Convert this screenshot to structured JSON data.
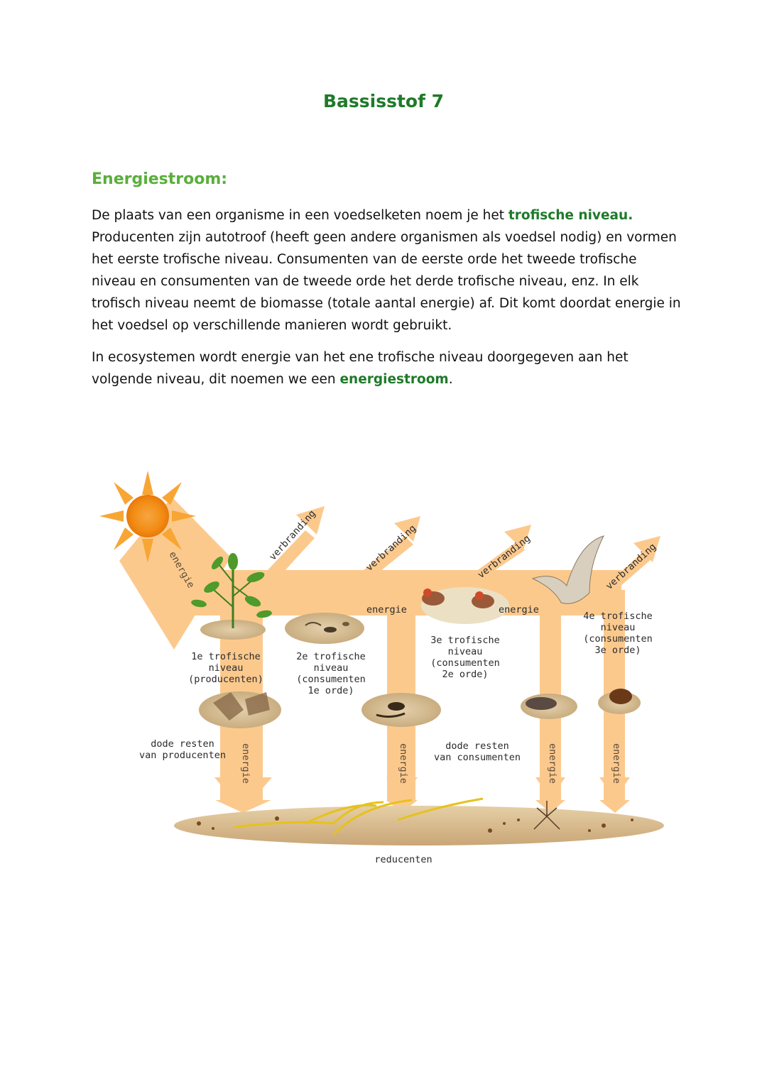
{
  "page": {
    "title": "Bassisstof 7",
    "section_heading": "Energiestroom:"
  },
  "paragraph1": {
    "part1": "De plaats van een organisme in een voedselketen noem je het ",
    "highlight": "trofische niveau.",
    "part2": " Producenten zijn autotroof (heeft geen andere organismen als voedsel nodig) en vormen het eerste trofische niveau. Consumenten van de eerste orde het tweede trofische niveau en consumenten van de tweede orde het derde trofische niveau, enz. In elk trofisch niveau neemt de biomasse (totale aantal energie) af. Dit komt doordat energie in het voedsel op verschillende manieren wordt gebruikt."
  },
  "paragraph2": {
    "part1": "In ecosystemen wordt energie van het ene trofische niveau doorgegeven aan het volgende niveau, dit noemen we een ",
    "highlight": "energiestroom",
    "part2": "."
  },
  "diagram": {
    "sun_label": "energie",
    "verbranding": [
      "verbranding",
      "verbranding",
      "verbranding",
      "verbranding"
    ],
    "flow_energie_1": "energie",
    "flow_energie_2": "energie",
    "levels": [
      [
        "1e trofische",
        "niveau",
        "(producenten)"
      ],
      [
        "2e trofische",
        "niveau",
        "(consumenten",
        "1e orde)"
      ],
      [
        "3e trofische",
        "niveau",
        "(consumenten",
        "2e orde)"
      ],
      [
        "4e trofische",
        "niveau",
        "(consumenten",
        "3e orde)"
      ]
    ],
    "dead_producers": [
      "dode resten",
      "van producenten"
    ],
    "dead_consumers": [
      "dode resten",
      "van consumenten"
    ],
    "down_energie": [
      "energie",
      "energie",
      "energie",
      "energie"
    ],
    "decomposers": "reducenten",
    "colors": {
      "flow": "#fcc98d",
      "sun": "#f7941d",
      "title_green": "#1f7a2a",
      "heading_green": "#5aae3c",
      "soil": "#d9bb8f",
      "roots": "#e6c21c"
    }
  }
}
